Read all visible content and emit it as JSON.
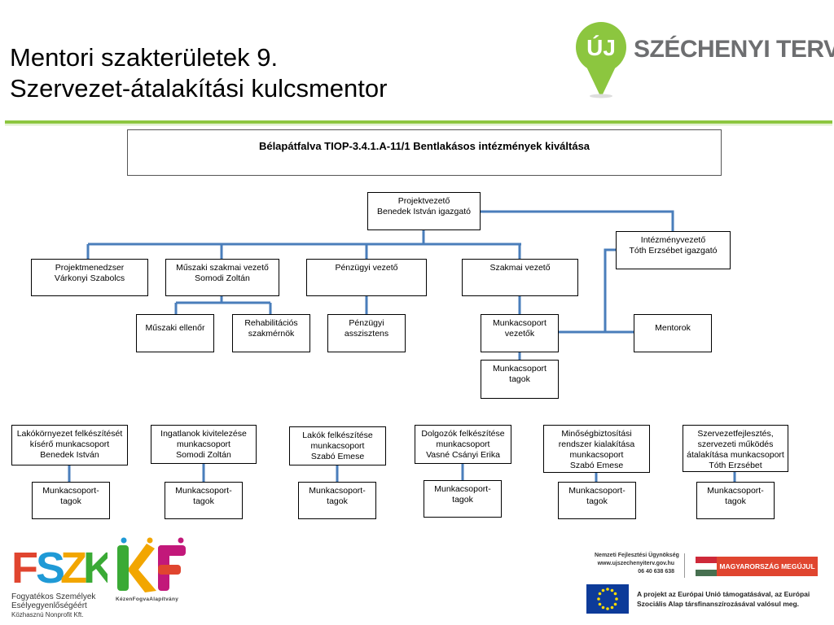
{
  "title": {
    "line1": "Mentori szakterületek 9.",
    "line2": "Szervezet-átalakítási kulcsmentor"
  },
  "logo": {
    "pin_text": "ÚJ",
    "brand": "SZÉCHENYI TERV",
    "brand_color": "#6d6e70",
    "pin_color": "#8cc63f"
  },
  "headline": "Bélapátfalva  TIOP-3.4.1.A-11/1 Bentlakásos intézmények kiváltása",
  "org": {
    "projektvezeto": [
      "Projektvezető",
      "Benedek István igazgató"
    ],
    "intezmenyvezeto": [
      "Intézményvezető",
      "Tóth Erzsébet igazgató"
    ],
    "projektmenedzser": [
      "Projektmenedzser",
      "Várkonyi Szabolcs"
    ],
    "muszaki_vezeto": [
      "Műszaki szakmai vezető",
      "Somodi Zoltán"
    ],
    "penzugyi_vezeto": "Pénzügyi vezető",
    "szakmai_vezeto": "Szakmai vezető",
    "muszaki_ellenor": "Műszaki ellenőr",
    "rehab": [
      "Rehabilitációs",
      "szakmérnök"
    ],
    "penzugyi_asszisztens": [
      "Pénzügyi",
      "asszisztens"
    ],
    "munkacsoport_vezetok": [
      "Munkacsoport",
      "vezetők"
    ],
    "munkacsoport_tagok": [
      "Munkacsoport",
      "tagok"
    ],
    "mentorok": "Mentorok"
  },
  "groups": [
    {
      "lines": [
        "Lakókörnyezet felkészítését",
        "kísérő munkacsoport",
        "Benedek István"
      ],
      "members": [
        "Munkacsoport-",
        "tagok"
      ]
    },
    {
      "lines": [
        "Ingatlanok kivitelezése",
        "munkacsoport",
        "Somodi Zoltán"
      ],
      "members": [
        "Munkacsoport-",
        "tagok"
      ]
    },
    {
      "lines": [
        "Lakók felkészítése",
        "munkacsoport",
        "Szabó Emese"
      ],
      "members": [
        "Munkacsoport-",
        "tagok"
      ]
    },
    {
      "lines": [
        "Dolgozók felkészítése",
        "munkacsoport",
        "Vasné Csányi Erika"
      ],
      "members": [
        "Munkacsoport-",
        "tagok"
      ]
    },
    {
      "lines": [
        "Minőségbiztosítási",
        "rendszer kialakítása",
        "munkacsoport",
        "Szabó Emese"
      ],
      "members": [
        "Munkacsoport-",
        "tagok"
      ]
    },
    {
      "lines": [
        "Szervezetfejlesztés,",
        "szervezeti működés",
        "átalakítása munkacsoport",
        "Tóth Erzsébet"
      ],
      "members": [
        "Munkacsoport-",
        "tagok"
      ]
    }
  ],
  "connector_color": "#4a7ebb",
  "footer": {
    "fszk_mark": "FSZK",
    "fszk_name": [
      "Fogyatékos Személyek",
      "Esélyegyenlőségéért"
    ],
    "fszk_sub": "Közhasznú Nonprofit Kft.",
    "kf_mark": "KF",
    "kf_name": "KézenFogvaAlapítvány",
    "nfu": [
      "Nemzeti Fejlesztési Ügynökség",
      "www.ujszechenyiterv.gov.hu",
      "06 40 638 638"
    ],
    "mm_badge": "MAGYARORSZÁG MEGÚJUL",
    "eu_text": [
      "A projekt az Európai Unió támogatásával, az Európai",
      "Szociális Alap társfinanszírozásával valósul meg."
    ]
  }
}
